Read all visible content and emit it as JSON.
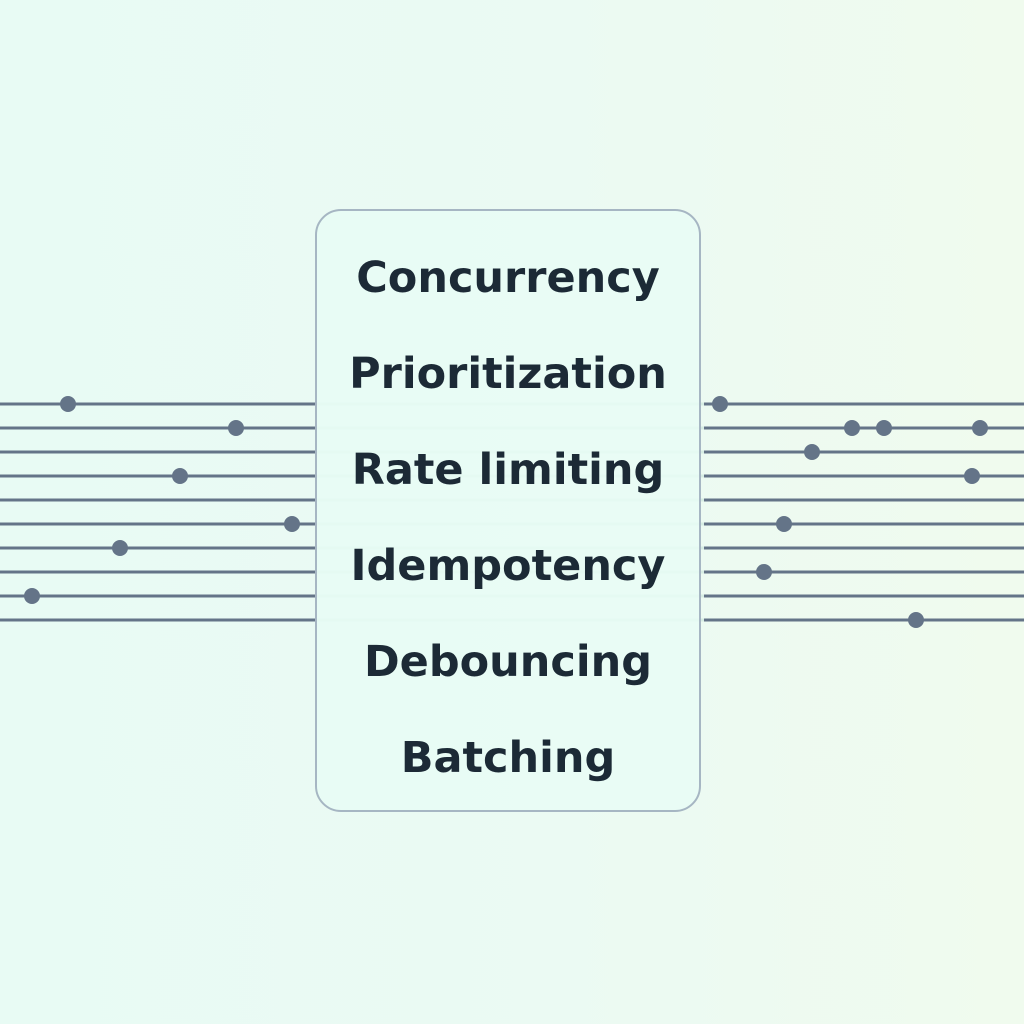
{
  "diagram": {
    "items": [
      {
        "label": "Concurrency"
      },
      {
        "label": "Prioritization"
      },
      {
        "label": "Rate limiting"
      },
      {
        "label": "Idempotency"
      },
      {
        "label": "Debouncing"
      },
      {
        "label": "Batching"
      }
    ],
    "colors": {
      "line": "#647488",
      "dot": "#647488",
      "panel_border": "#a6b6c3",
      "text": "#1c2a36"
    }
  }
}
